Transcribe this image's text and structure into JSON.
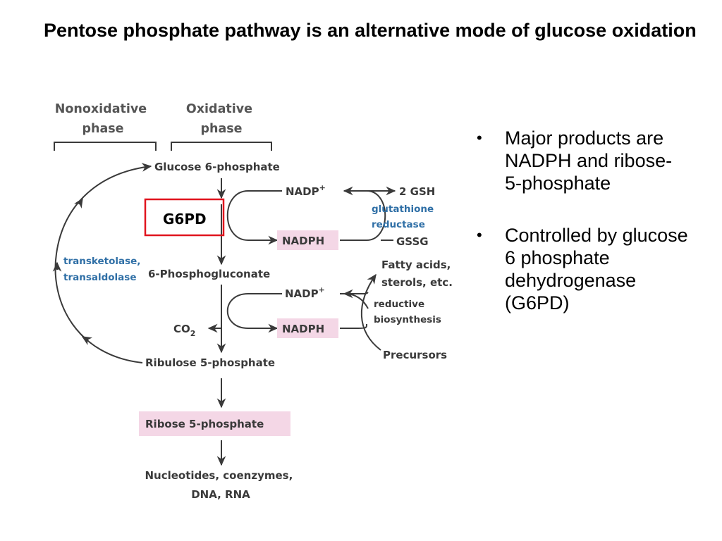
{
  "slide": {
    "title": "Pentose phosphate pathway is an alternative mode of glucose oxidation"
  },
  "diagram": {
    "phases": {
      "nonoxidative": [
        "Nonoxidative",
        "phase"
      ],
      "oxidative": [
        "Oxidative",
        "phase"
      ]
    },
    "metabolites": {
      "glucose6p": "Glucose 6-phosphate",
      "phosphogluconate": "6-Phosphogluconate",
      "ribulose5p": "Ribulose 5-phosphate",
      "ribose5p": "Ribose 5-phosphate",
      "nucleotides": [
        "Nucleotides, coenzymes,",
        "DNA, RNA"
      ]
    },
    "cofactors": {
      "nadp_top": "NADP",
      "nadph_top": "NADPH",
      "nadp_mid": "NADP",
      "nadph_mid": "NADPH",
      "plus": "+",
      "co2": "CO",
      "co2_sub": "2"
    },
    "glutathione": {
      "gsh": "2 GSH",
      "enzyme": [
        "glutathione",
        "reductase"
      ],
      "gssg": "GSSG"
    },
    "biosynthesis": {
      "products": [
        "Fatty acids,",
        "sterols, etc."
      ],
      "process": [
        "reductive",
        "biosynthesis"
      ],
      "precursors": "Precursors"
    },
    "nonox_enzymes": [
      "transketolase,",
      "transaldolase"
    ],
    "g6pd_box_label": "G6PD",
    "colors": {
      "enzyme_text": "#2f6fa6",
      "highlight": "#f4d7e6",
      "box_outline": "#e0141e"
    }
  },
  "bullets": [
    "Major products are NADPH and ribose-5-phosphate",
    "Controlled by glucose 6 phosphate dehydrogenase (G6PD)"
  ]
}
